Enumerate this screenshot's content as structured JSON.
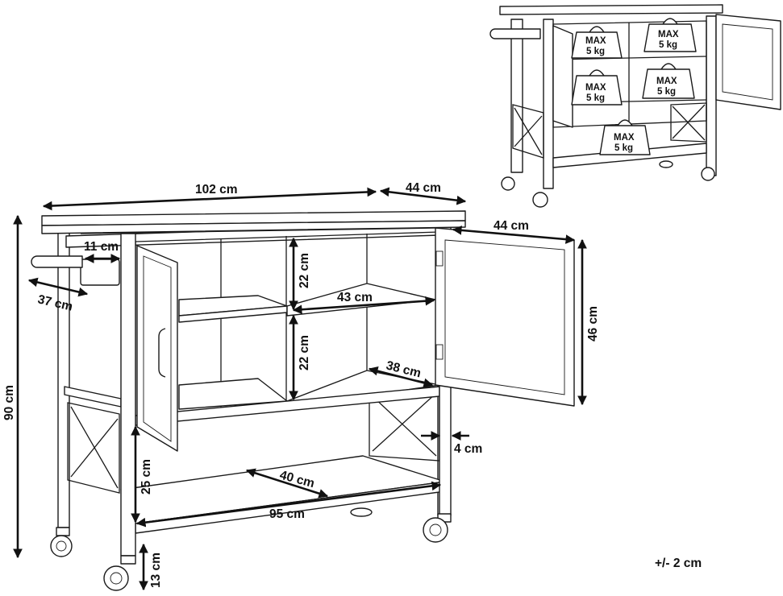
{
  "dimensions": {
    "top_width": "102 cm",
    "top_depth": "44 cm",
    "door_width": "44 cm",
    "towel_bar_gap": "11 cm",
    "towel_bar_length": "37 cm",
    "total_height": "90 cm",
    "upper_shelf_height": "22 cm",
    "lower_shelf_height": "22 cm",
    "shelf_width": "43 cm",
    "shelf_depth": "38 cm",
    "door_height": "46 cm",
    "frame_thickness": "4 cm",
    "bottom_shelf_height": "25 cm",
    "bottom_shelf_depth": "40 cm",
    "bottom_shelf_width": "95 cm",
    "wheel_height": "13 cm"
  },
  "tolerance": "+/- 2 cm",
  "load_limits": [
    {
      "line1": "MAX",
      "line2": "5 kg"
    },
    {
      "line1": "MAX",
      "line2": "5 kg"
    },
    {
      "line1": "MAX",
      "line2": "5 kg"
    },
    {
      "line1": "MAX",
      "line2": "5 kg"
    },
    {
      "line1": "MAX",
      "line2": "5 kg"
    }
  ],
  "colors": {
    "line": "#1a1a1a",
    "background": "#ffffff"
  }
}
